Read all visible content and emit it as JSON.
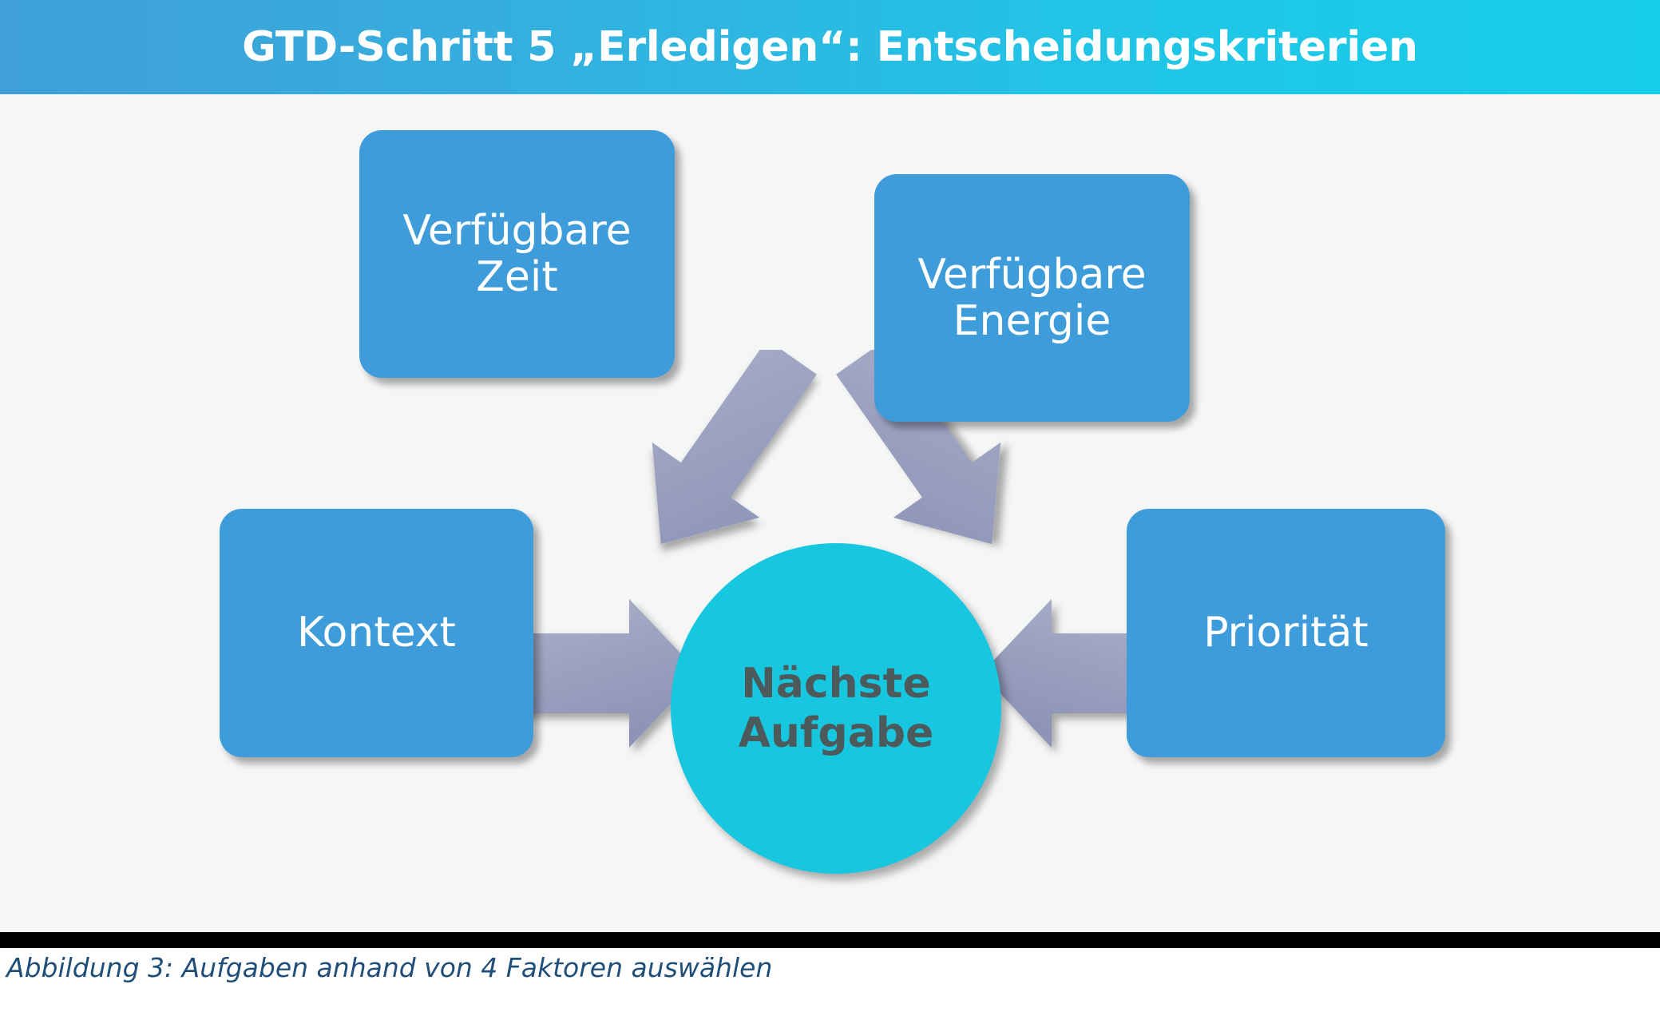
{
  "slide": {
    "title": "GTD-Schritt 5 „Erledigen“: Entscheidungskriterien",
    "caption": "Abbildung 3: Aufgaben anhand von 4 Faktoren auswählen"
  },
  "diagram": {
    "center": {
      "label": "Nächste\nAufgabe",
      "shape": "circle",
      "color": "#17c7e0",
      "text_color": "#4d5a5b"
    },
    "factors": [
      {
        "id": "zeit",
        "label": "Verfügbare\nZeit",
        "position": "top-left",
        "color": "#3d9cd9"
      },
      {
        "id": "energie",
        "label": "Verfügbare\nEnergie",
        "position": "top-right",
        "color": "#3d9cd9"
      },
      {
        "id": "kontext",
        "label": "Kontext",
        "position": "middle-left",
        "color": "#3d9cd9"
      },
      {
        "id": "prioritaet",
        "label": "Priorität",
        "position": "middle-right",
        "color": "#3d9cd9"
      }
    ],
    "arrows": [
      {
        "id": "zeit-to-center",
        "from": "zeit",
        "to": "center",
        "direction": "down-right",
        "color": "#9ba1c0"
      },
      {
        "id": "energie-to-center",
        "from": "energie",
        "to": "center",
        "direction": "down-left",
        "color": "#9ba1c0"
      },
      {
        "id": "kontext-to-center",
        "from": "kontext",
        "to": "center",
        "direction": "right",
        "color": "#9ba1c0"
      },
      {
        "id": "prioritaet-to-center",
        "from": "prioritaet",
        "to": "center",
        "direction": "left",
        "color": "#9ba1c0"
      }
    ]
  },
  "theme": {
    "title_gradient_start": "#3f9fd8",
    "title_gradient_end": "#17cee9",
    "title_text_color": "#ffffff",
    "canvas_bg": "#f5f6f6",
    "rule_color": "#000000",
    "caption_color": "#1f4e79"
  }
}
